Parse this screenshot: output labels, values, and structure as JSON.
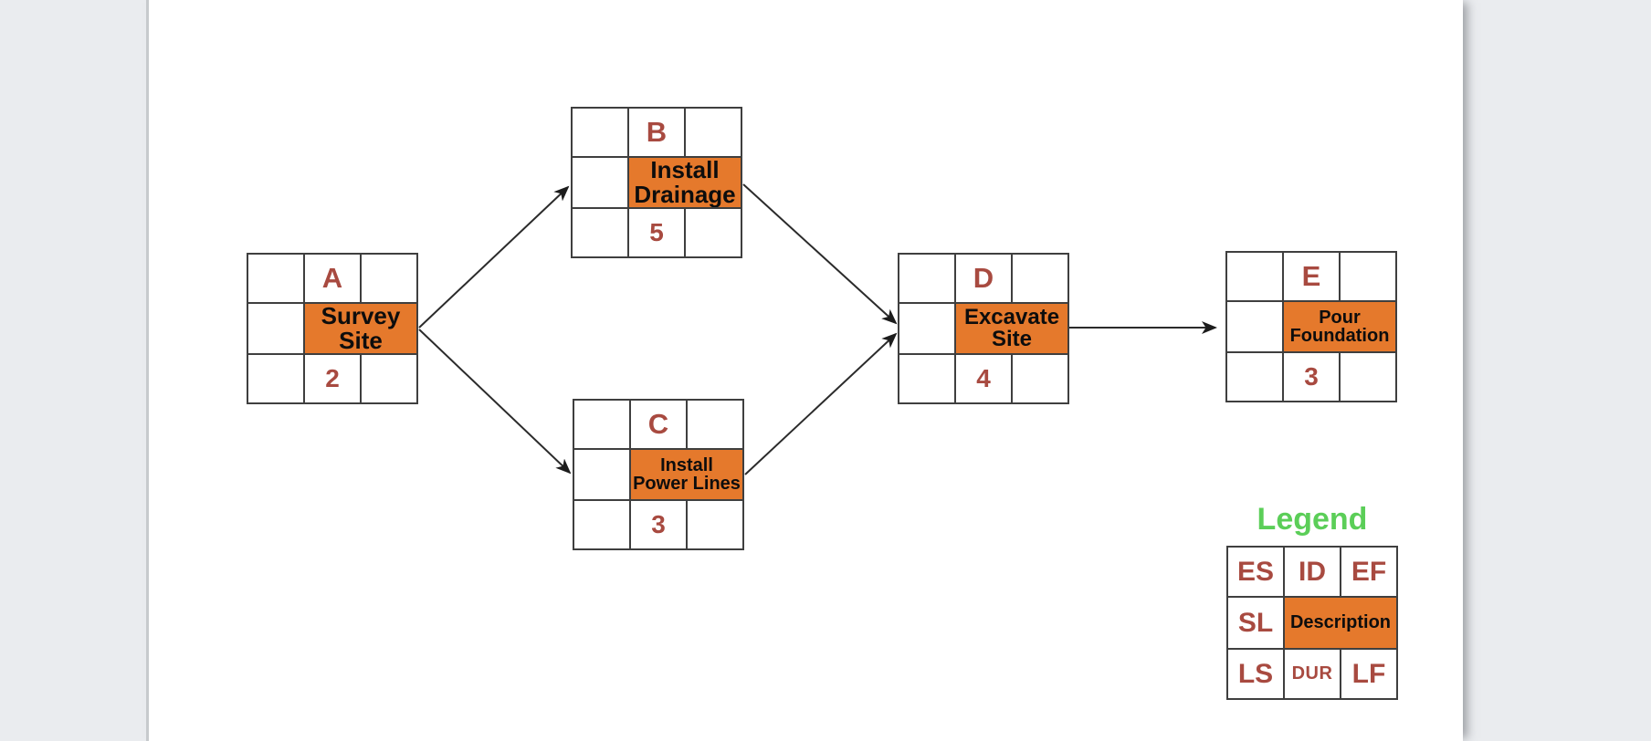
{
  "diagram": {
    "type": "activity-on-node-network",
    "nodes": [
      {
        "id": "A",
        "description": "Survey Site",
        "duration": "2"
      },
      {
        "id": "B",
        "description": "Install Drainage",
        "duration": "5"
      },
      {
        "id": "C",
        "description": "Install Power Lines",
        "duration": "3"
      },
      {
        "id": "D",
        "description": "Excavate Site",
        "duration": "4"
      },
      {
        "id": "E",
        "description": "Pour Foundation",
        "duration": "3"
      }
    ],
    "edges": [
      {
        "from": "A",
        "to": "B"
      },
      {
        "from": "A",
        "to": "C"
      },
      {
        "from": "B",
        "to": "D"
      },
      {
        "from": "C",
        "to": "D"
      },
      {
        "from": "D",
        "to": "E"
      }
    ]
  },
  "legend": {
    "title": "Legend",
    "cells": {
      "es": "ES",
      "id": "ID",
      "ef": "EF",
      "sl": "SL",
      "description": "Description",
      "ls": "LS",
      "dur": "DUR",
      "lf": "LF"
    }
  },
  "colors": {
    "activity_fill": "#e5792c",
    "label_red": "#a84a40",
    "legend_green": "#5bce58",
    "grid_line": "#3f3f3f",
    "page_background": "#ffffff",
    "margin_background": "#eaecef"
  }
}
